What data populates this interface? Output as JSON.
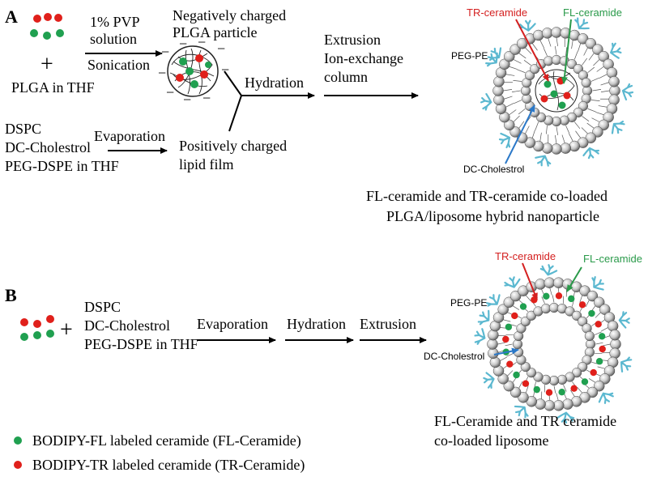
{
  "panel_a": {
    "label": "A",
    "pvp_line1": "1% PVP",
    "pvp_line2": "solution",
    "sonication": "Sonication",
    "plus": "+",
    "plga_in_thf": "PLGA in THF",
    "neg_particle_line1": "Negatively charged",
    "neg_particle_line2": "PLGA particle",
    "hydration": "Hydration",
    "extrusion_line1": "Extrusion",
    "extrusion_line2": "Ion-exchange",
    "extrusion_line3": "column",
    "lipids_line1": "DSPC",
    "lipids_line2": "DC-Cholestrol",
    "lipids_line3": "PEG-DSPE in THF",
    "evaporation": "Evaporation",
    "pos_film_line1": "Positively charged",
    "pos_film_line2": "lipid film",
    "tag_tr": "TR-ceramide",
    "tag_fl": "FL-ceramide",
    "tag_peg": "PEG-PE",
    "tag_dc": "DC-Cholestrol",
    "caption_line1": "FL-ceramide and TR-ceramide co-loaded",
    "caption_line2": "PLGA/liposome hybrid nanoparticle",
    "charge_sign": "−"
  },
  "panel_b": {
    "label": "B",
    "plus": "+",
    "lipids_line1": "DSPC",
    "lipids_line2": "DC-Cholestrol",
    "lipids_line3": "PEG-DSPE in THF",
    "evaporation": "Evaporation",
    "hydration": "Hydration",
    "extrusion": "Extrusion",
    "tag_tr": "TR-ceramide",
    "tag_fl": "FL-ceramide",
    "tag_peg": "PEG-PE",
    "tag_dc": "DC-Cholestrol",
    "caption_line1": "FL-Ceramide and TR ceramide",
    "caption_line2": "co-loaded liposome"
  },
  "legend": {
    "fl_label": "BODIPY-FL labeled ceramide (FL-Ceramide)",
    "tr_label": "BODIPY-TR labeled ceramide (TR-Ceramide)"
  },
  "colors": {
    "fl_green": "#20a050",
    "tr_red": "#e0201b",
    "tr_tag": "#d42020",
    "fl_tag": "#2a9a4a",
    "dc_arrow": "#2a78c8",
    "peg": "#5bb8d0"
  }
}
